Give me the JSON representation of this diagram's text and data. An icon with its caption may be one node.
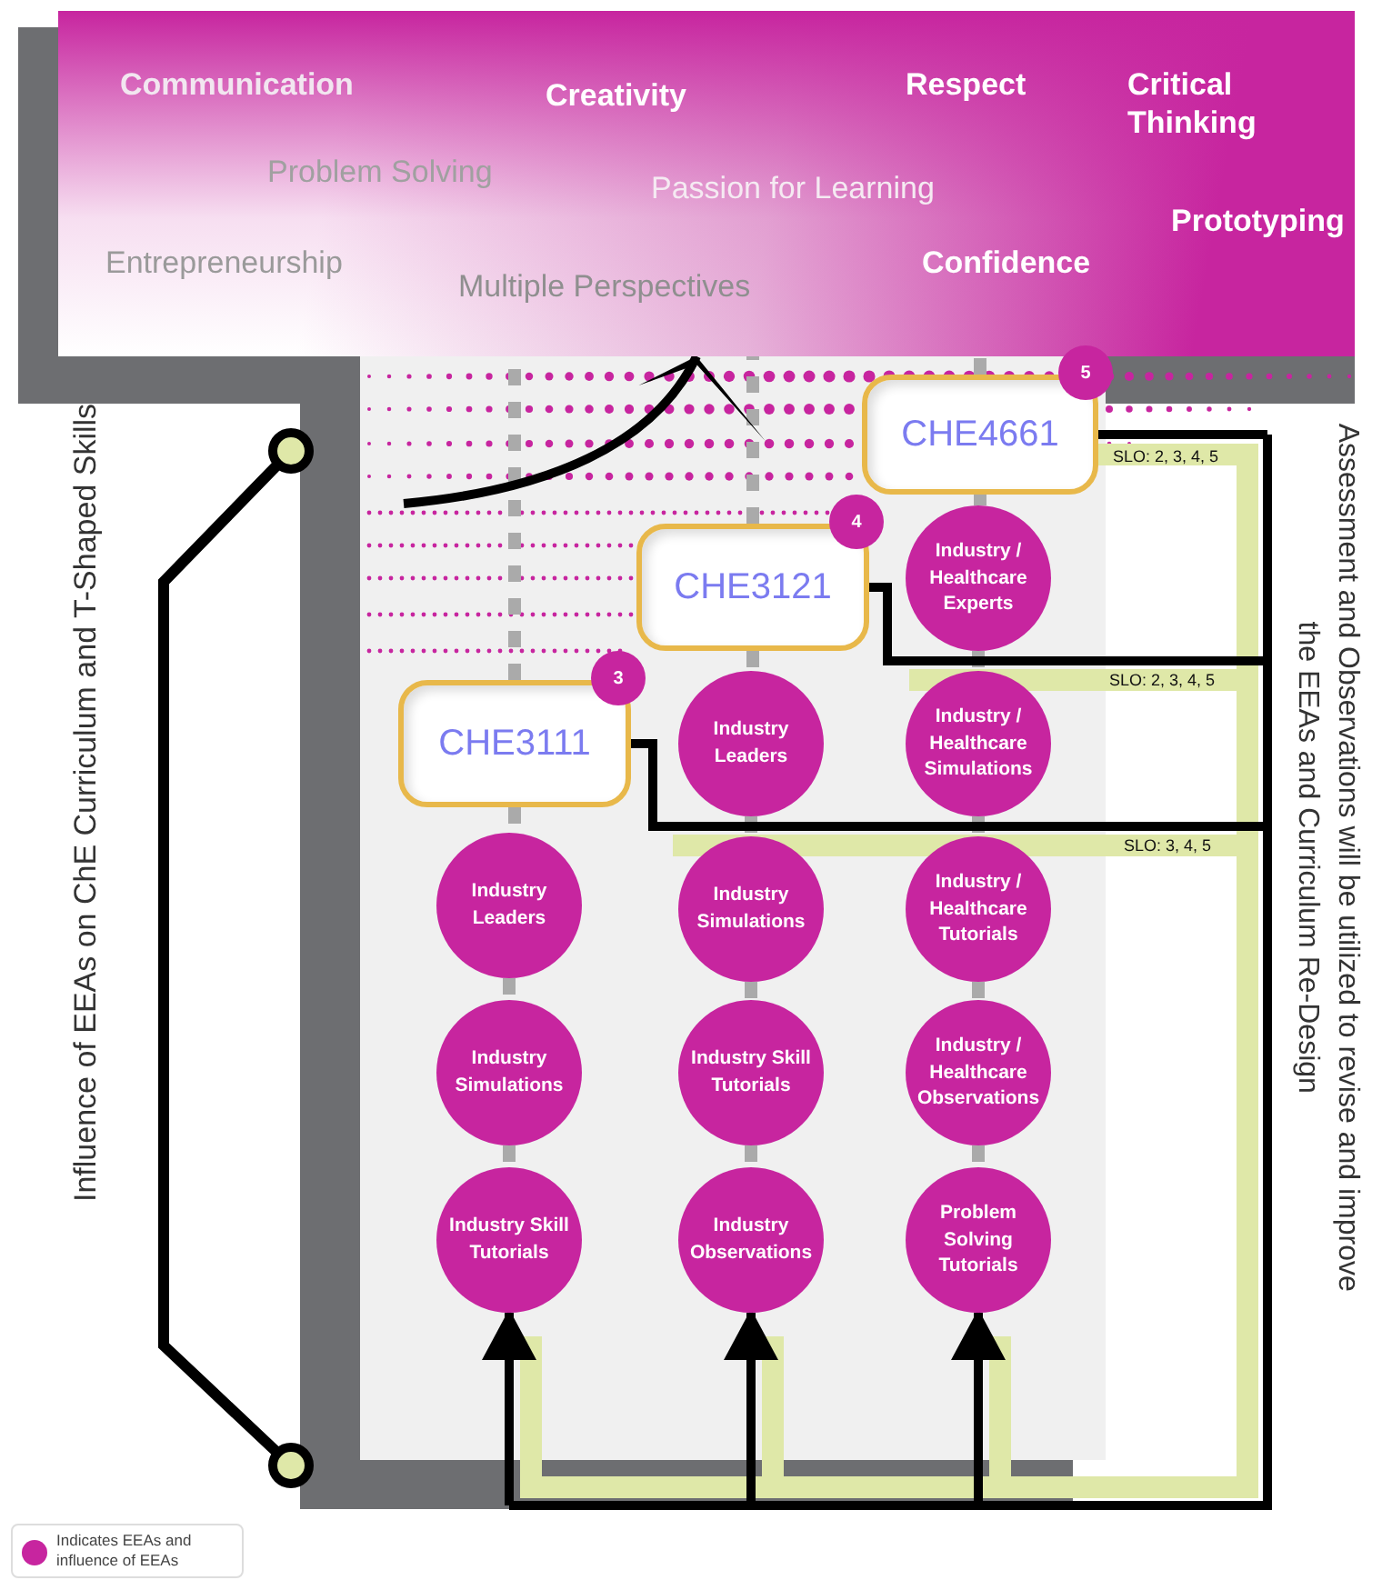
{
  "diagram": {
    "nodes": [
      {
        "text": [
          "Communication",
          "Creativity",
          "Respect",
          "Critical Thinking",
          "Problem Solving",
          "Passion for Learning",
          "Prototyping",
          "Entrepreneurship",
          "Confidence",
          "Multiple Perspectives"
        ]
      },
      {
        "text": [
          "CHE4661"
        ],
        "beside": [
          "5"
        ]
      },
      {
        "text": [
          "CHE3121"
        ],
        "beside": [
          "4"
        ]
      },
      {
        "text": [
          "CHE3111"
        ],
        "beside": [
          "3"
        ]
      },
      {
        "text": [
          "Industry Leaders"
        ]
      },
      {
        "text": [
          "Industry Simulations"
        ]
      },
      {
        "text": [
          "Industry Skill Tutorials"
        ]
      },
      {
        "text": [
          "Industry Leaders"
        ]
      },
      {
        "text": [
          "Industry Simulations"
        ]
      },
      {
        "text": [
          "Industry Skill Tutorials"
        ]
      },
      {
        "text": [
          "Industry Observations"
        ]
      },
      {
        "text": [
          "Industry / Healthcare Experts"
        ]
      },
      {
        "text": [
          "Industry / Healthcare Simulations"
        ]
      },
      {
        "text": [
          "Industry / Healthcare Tutorials"
        ]
      },
      {
        "text": [
          "Industry / Healthcare Observations"
        ]
      },
      {
        "text": [
          "Problem Solving Tutorials"
        ]
      }
    ],
    "edges": [
      {
        "from": 1,
        "to": 0,
        "arrow": "none",
        "style": "dashed"
      },
      {
        "from": 2,
        "to": 0,
        "arrow": "none",
        "style": "dashed"
      },
      {
        "from": 3,
        "to": 0,
        "arrow": "none",
        "style": "dashed"
      },
      {
        "from": 3,
        "to": 4,
        "arrow": "none",
        "style": "dashed"
      },
      {
        "from": 4,
        "to": 5,
        "arrow": "none",
        "style": "dashed"
      },
      {
        "from": 5,
        "to": 6,
        "arrow": "none",
        "style": "dashed"
      },
      {
        "from": 2,
        "to": 7,
        "arrow": "none",
        "style": "dashed"
      },
      {
        "from": 7,
        "to": 8,
        "arrow": "none",
        "style": "dashed"
      },
      {
        "from": 8,
        "to": 9,
        "arrow": "none",
        "style": "dashed"
      },
      {
        "from": 9,
        "to": 10,
        "arrow": "none",
        "style": "dashed"
      },
      {
        "from": 1,
        "to": 11,
        "arrow": "none",
        "style": "dashed"
      },
      {
        "from": 11,
        "to": 12,
        "arrow": "none",
        "style": "dashed"
      },
      {
        "from": 12,
        "to": 13,
        "arrow": "none",
        "style": "dashed"
      },
      {
        "from": 13,
        "to": 14,
        "arrow": "none",
        "style": "dashed"
      },
      {
        "from": 14,
        "to": 15,
        "arrow": "none",
        "style": "dashed"
      },
      {
        "from": 1,
        "to": 6,
        "arrow": "to",
        "color": "#000000"
      },
      {
        "from": 1,
        "to": 10,
        "arrow": "to",
        "color": "#000000"
      },
      {
        "from": 1,
        "to": 15,
        "arrow": "to",
        "color": "#000000"
      },
      {
        "from": 2,
        "to": 6,
        "arrow": "to",
        "color": "#000000"
      },
      {
        "from": 2,
        "to": 10,
        "arrow": "to",
        "color": "#000000"
      },
      {
        "from": 2,
        "to": 15,
        "arrow": "to",
        "color": "#000000"
      },
      {
        "from": 3,
        "to": 6,
        "arrow": "to",
        "color": "#000000"
      },
      {
        "from": 3,
        "to": 10,
        "arrow": "to",
        "color": "#000000"
      },
      {
        "from": 3,
        "to": 15,
        "arrow": "to",
        "color": "#000000"
      },
      {
        "from": null,
        "to": 0,
        "arrow": "to",
        "color": "#000000"
      }
    ],
    "labels": [
      "SLO: 2, 3, 4, 5",
      "SLO: 2, 3, 4, 5",
      "SLO: 3, 4, 5",
      "Influence of EEAs on ChE Curriculum and T-Shaped Skills",
      "Assessment and Observations will be utilized to revise and improve the EEAs and Curriculum Re-Design"
    ],
    "legend": [
      {
        "text": "Indicates EEAs and influence of EEAs",
        "color": "#c7259f"
      }
    ]
  }
}
